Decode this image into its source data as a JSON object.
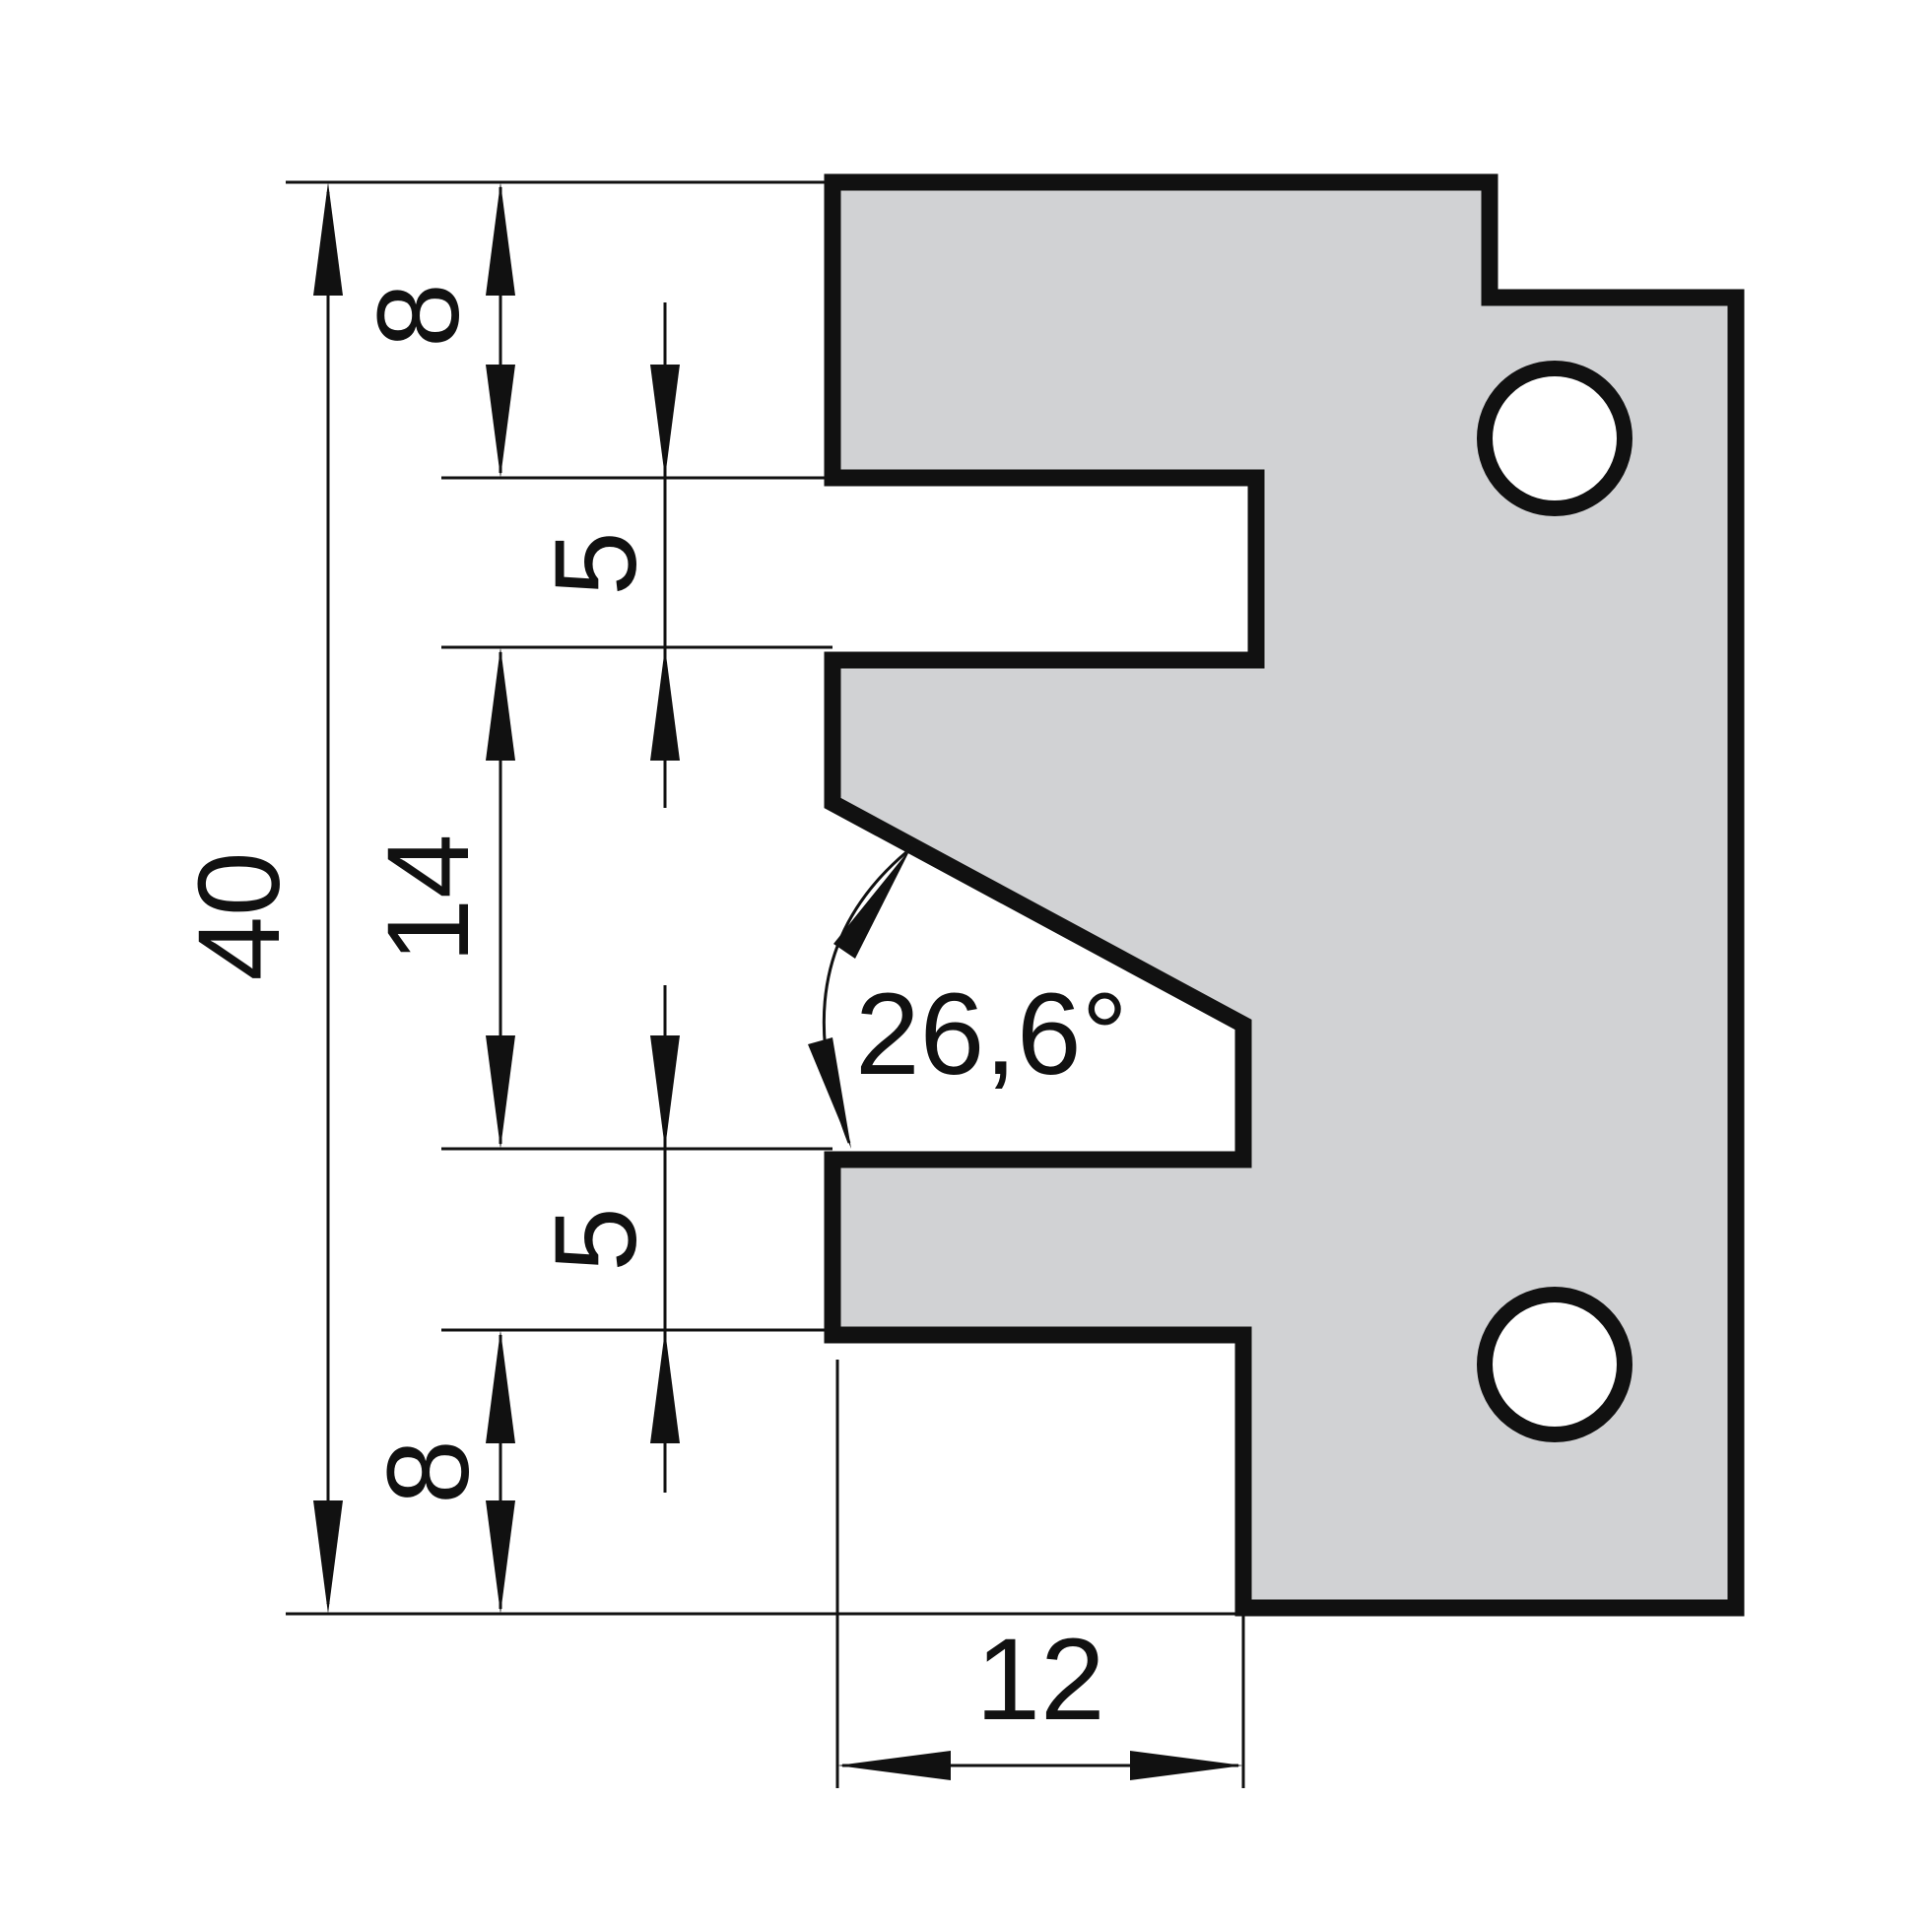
{
  "colors": {
    "profile_fill": "#d1d2d4",
    "outline": "#111111",
    "background": "#ffffff"
  },
  "dimensions": {
    "total_height": "40",
    "top_land": "8",
    "upper_slot": "5",
    "middle_gap": "14",
    "lower_slot": "5",
    "bottom_land": "8",
    "depth": "12",
    "angle": "26,6°"
  }
}
